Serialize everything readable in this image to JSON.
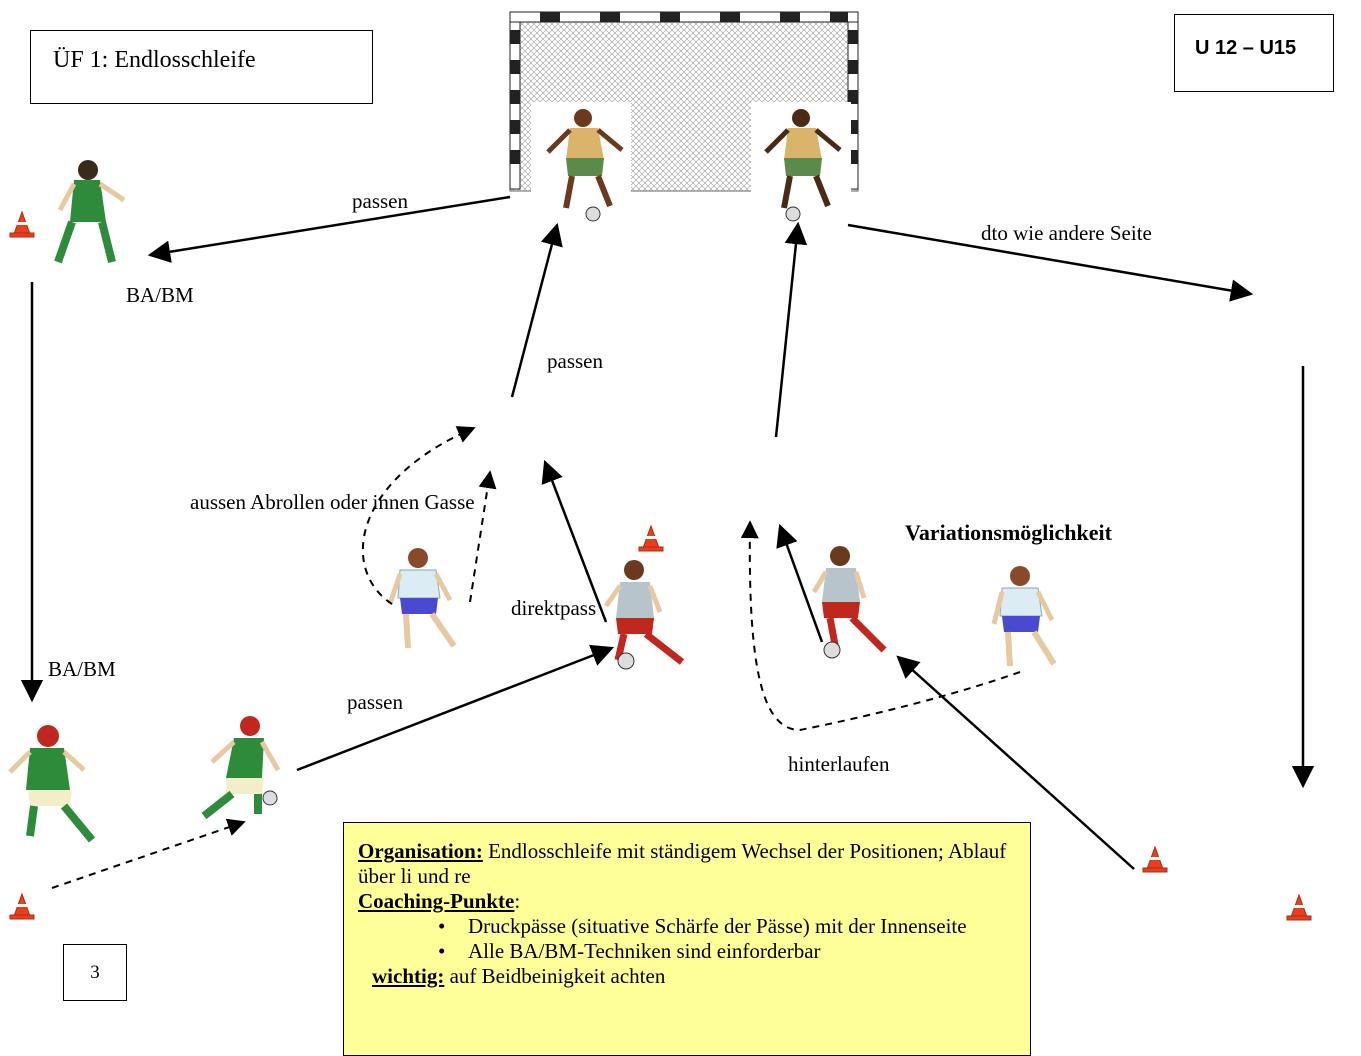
{
  "title_box": "ÜF 1: Endlosschleife",
  "age_box": "U 12 – U15",
  "page_number": "3",
  "labels": {
    "passen_top": "passen",
    "ba_bm_top": "BA/BM",
    "passen_middle": "passen",
    "dto": "dto wie andere Seite",
    "aussen": "aussen Abrollen oder innen Gasse",
    "direktpass": "direktpass",
    "variation": "Variationsmöglichkeit",
    "ba_bm_left": "BA/BM",
    "passen_bottom": "passen",
    "hinterlaufen": "hinterlaufen"
  },
  "note": {
    "organisation_label": "Organisation:",
    "organisation_text": " Endlosschleife mit ständigem Wechsel der Positionen; Ablauf über li und re",
    "coaching_label": "Coaching-Punkte",
    "coaching_colon": ":",
    "bullets": [
      "Druckpässe (situative Schärfe der Pässe) mit der Innenseite",
      "Alle BA/BM-Techniken sind einforderbar"
    ],
    "wichtig_label": "wichtig:",
    "wichtig_text": " auf Beidbeinigkeit achten"
  },
  "colors": {
    "cone": "#e8401c",
    "note_bg": "#ffff99",
    "green_kit": "#2e8b3a",
    "red_kit": "#c0281e",
    "blue_shorts": "#4a4ad0"
  }
}
